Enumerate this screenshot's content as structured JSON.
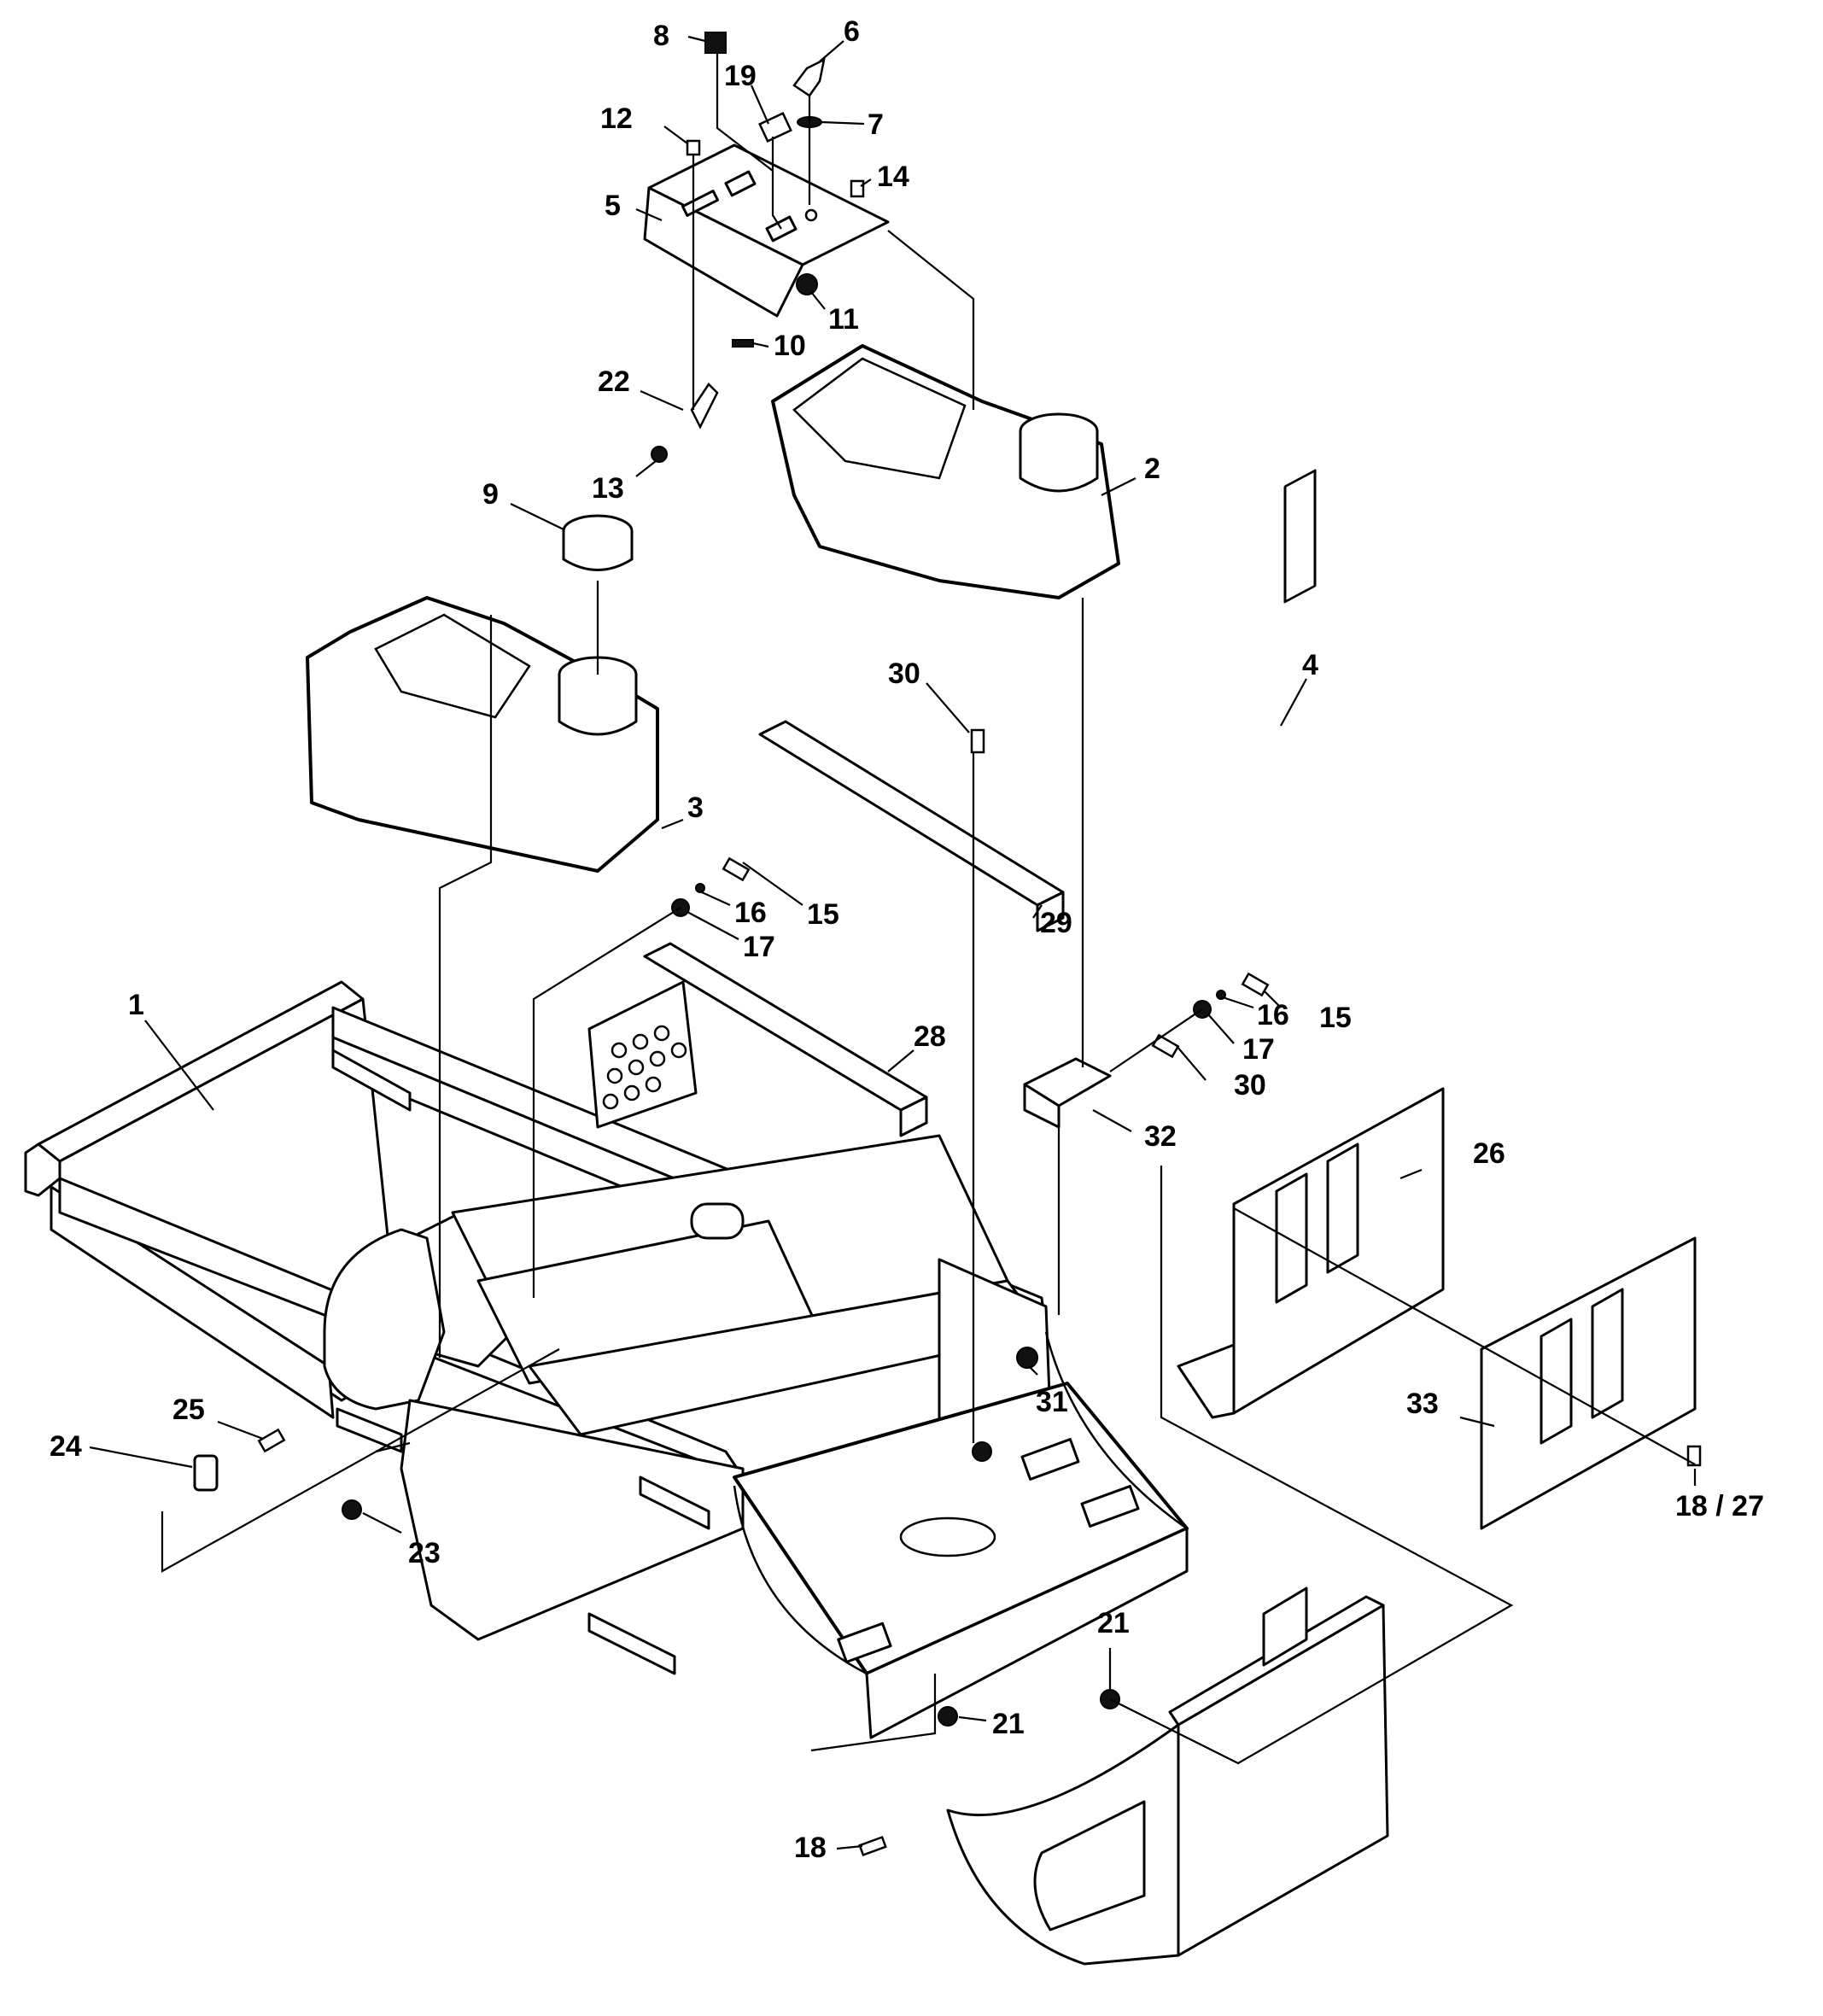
{
  "diagram": {
    "type": "exploded parts diagram",
    "callouts": [
      {
        "id": "c1",
        "label": "1"
      },
      {
        "id": "c2",
        "label": "2"
      },
      {
        "id": "c3",
        "label": "3"
      },
      {
        "id": "c4",
        "label": "4"
      },
      {
        "id": "c5",
        "label": "5"
      },
      {
        "id": "c6",
        "label": "6"
      },
      {
        "id": "c7",
        "label": "7"
      },
      {
        "id": "c8",
        "label": "8"
      },
      {
        "id": "c9",
        "label": "9"
      },
      {
        "id": "c10",
        "label": "10"
      },
      {
        "id": "c11",
        "label": "11"
      },
      {
        "id": "c12",
        "label": "12"
      },
      {
        "id": "c13",
        "label": "13"
      },
      {
        "id": "c14",
        "label": "14"
      },
      {
        "id": "c15a",
        "label": "15"
      },
      {
        "id": "c15b",
        "label": "15"
      },
      {
        "id": "c16a",
        "label": "16"
      },
      {
        "id": "c16b",
        "label": "16"
      },
      {
        "id": "c17a",
        "label": "17"
      },
      {
        "id": "c17b",
        "label": "17"
      },
      {
        "id": "c18",
        "label": "18"
      },
      {
        "id": "c18_27",
        "label": "18 / 27"
      },
      {
        "id": "c19",
        "label": "19"
      },
      {
        "id": "c21a",
        "label": "21"
      },
      {
        "id": "c21b",
        "label": "21"
      },
      {
        "id": "c22",
        "label": "22"
      },
      {
        "id": "c23",
        "label": "23"
      },
      {
        "id": "c24",
        "label": "24"
      },
      {
        "id": "c25",
        "label": "25"
      },
      {
        "id": "c26",
        "label": "26"
      },
      {
        "id": "c28",
        "label": "28"
      },
      {
        "id": "c29",
        "label": "29"
      },
      {
        "id": "c30a",
        "label": "30"
      },
      {
        "id": "c30b",
        "label": "30"
      },
      {
        "id": "c31",
        "label": "31"
      },
      {
        "id": "c32",
        "label": "32"
      },
      {
        "id": "c33",
        "label": "33"
      }
    ]
  }
}
